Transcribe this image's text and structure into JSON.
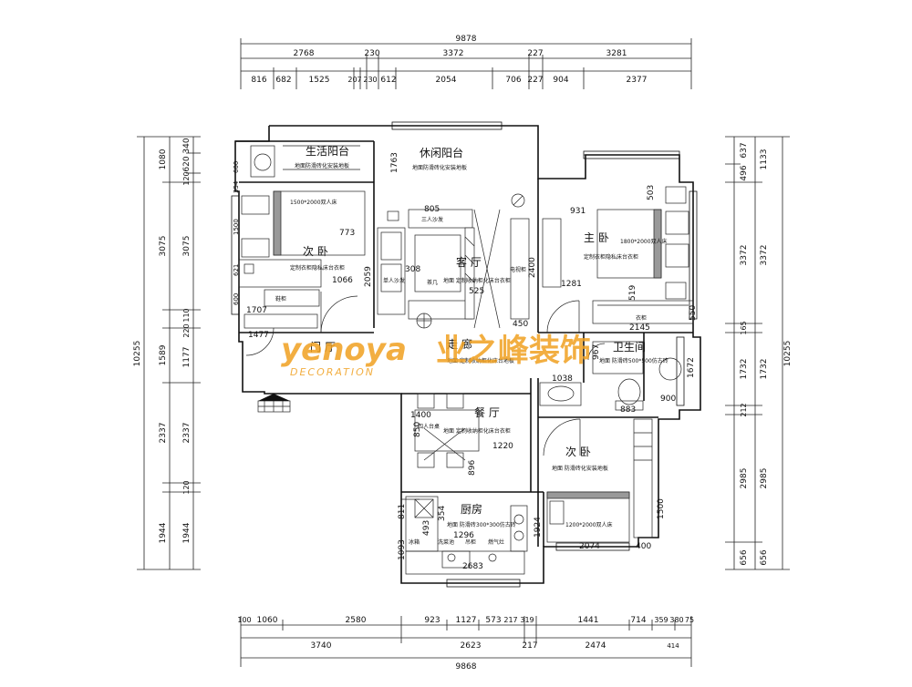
{
  "rooms": {
    "leisure_balcony": "休闲阳台",
    "living_balcony": "生活阳台",
    "second_bedroom_left": "次 卧",
    "living_room": "客 厅",
    "master_bedroom": "主 卧",
    "hallway": "走 廊",
    "foyer": "门 厅",
    "bathroom": "卫生间",
    "dining": "餐 厅",
    "second_bedroom_right": "次 卧",
    "kitchen": "厨房"
  },
  "notes": {
    "balcony_floor": "地面防滑砖化安装地板",
    "living_balcony_floor": "地面防滑砖化安装地板",
    "bed_left": "1500*2000双人床",
    "wardrobe_left": "定制衣柜隐私床台衣柜",
    "cabinet_left": "鞋柜",
    "sofa_3": "三人沙发",
    "sofa_1": "单人沙发",
    "tea_table": "茶几",
    "tv_cabinet": "电视柜",
    "living_floor": "地面 定制收纳柜化床台衣柜",
    "bed_master": "1800*2000双人床",
    "wardrobe_master": "定制衣柜隐私床台衣柜",
    "master_cabinet": "衣柜",
    "hallway_floor": "地面 定制收纳柜化床台地板",
    "bathroom_note": "地面 防滑砖500*500仿古砖",
    "dining_table": "四人台桌",
    "dining_floor": "地面 定制收纳柜化床台衣柜",
    "second_floor": "地面 防滑砖化安装地板",
    "bed_second": "1200*2000双人床",
    "kitchen_floor": "地面 防滑砖300*300仿古砖",
    "kitchen_cab": "吊柜",
    "fridge": "冰箱",
    "stove": "燃气灶",
    "sink": "洗菜池"
  },
  "watermark": {
    "latin": "yenoya",
    "chinese": "业之峰装饰",
    "sub": "DECORATION"
  },
  "dims": {
    "top_total": "9878",
    "top_row2": [
      "2768",
      "230",
      "3372",
      "227",
      "3281"
    ],
    "top_row3": [
      "816",
      "682",
      "1525",
      "207",
      "230",
      "612",
      "2054",
      "706",
      "227",
      "904",
      "2377"
    ],
    "bottom_total": "9868",
    "bottom_row2": [
      "3740",
      "2623",
      "217",
      "2474"
    ],
    "bottom_row1": [
      "100",
      "1060",
      "2580",
      "923",
      "1127",
      "573",
      "217",
      "319",
      "1441",
      "714",
      "359",
      "380",
      "75"
    ],
    "bottom_extra": "414",
    "left_total": "10255",
    "left_outer": [
      "1080",
      "3075",
      "1589",
      "2337",
      "1944"
    ],
    "left_inner": [
      "340",
      "620",
      "120",
      "3075",
      "110",
      "220",
      "1177",
      "2337",
      "120",
      "1944"
    ],
    "right_total": "10255",
    "right_outer": [
      "1133",
      "3372",
      "1732",
      "2985",
      "656"
    ],
    "right_inner": [
      "637",
      "496",
      "3372",
      "165",
      "1732",
      "212",
      "2985",
      "656"
    ],
    "interior": {
      "d600a": "600",
      "d354": "354",
      "d1500": "1500",
      "d621": "621",
      "d600b": "600",
      "d773": "773",
      "d1763": "1763",
      "d805": "805",
      "d2059": "2059",
      "d308": "308",
      "d525": "525",
      "d1066": "1066",
      "d1707": "1707",
      "d1477": "1477",
      "d2400": "2400",
      "d450": "450",
      "d931": "931",
      "d503": "503",
      "d1281": "1281",
      "d519": "519",
      "d2145": "2145",
      "d550": "550",
      "d967": "967",
      "d1672": "1672",
      "d1038": "1038",
      "d900": "900",
      "d883": "883",
      "d1400": "1400",
      "d850": "850",
      "d1220": "1220",
      "d896": "896",
      "d811": "811",
      "d493": "493",
      "d354b": "354",
      "d1296": "1296",
      "d1093": "1093",
      "d2683": "2683",
      "d1924": "1924",
      "d2074": "2074",
      "d400": "400",
      "d1500b": "1500"
    }
  }
}
